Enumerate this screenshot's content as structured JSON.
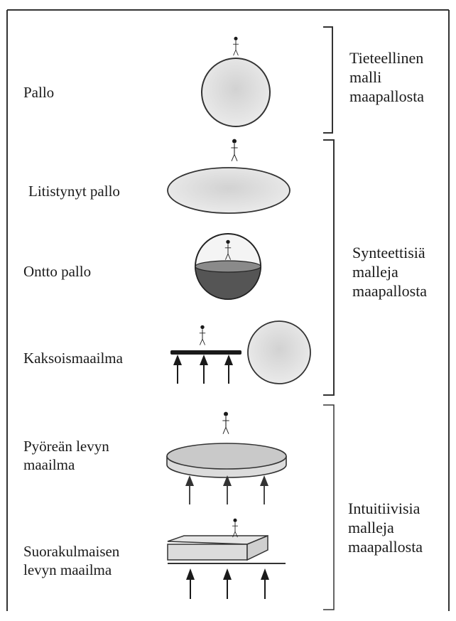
{
  "models": [
    {
      "label_lines": [
        "Pallo"
      ]
    },
    {
      "label_lines": [
        "Litistynyt pallo"
      ]
    },
    {
      "label_lines": [
        "Ontto pallo"
      ]
    },
    {
      "label_lines": [
        "Kaksoismaailma"
      ]
    },
    {
      "label_lines": [
        "Pyöreän levyn",
        "maailma"
      ]
    },
    {
      "label_lines": [
        "Suorakulmaisen",
        "levyn maailma"
      ]
    }
  ],
  "groups": [
    {
      "lines": [
        "Tieteellinen",
        "malli",
        "maapallosta"
      ]
    },
    {
      "lines": [
        "Synteettisiä",
        "malleja",
        "maapallosta"
      ]
    },
    {
      "lines": [
        "Intuitiivisia",
        "malleja",
        "maapallosta"
      ]
    }
  ],
  "colors": {
    "sphere_fill": "#e4e4e4",
    "dark_fill": "#555555",
    "disc_top": "#c9c9c9",
    "slab_fill": "#dcdcdc",
    "ink": "#1a1a1a"
  }
}
